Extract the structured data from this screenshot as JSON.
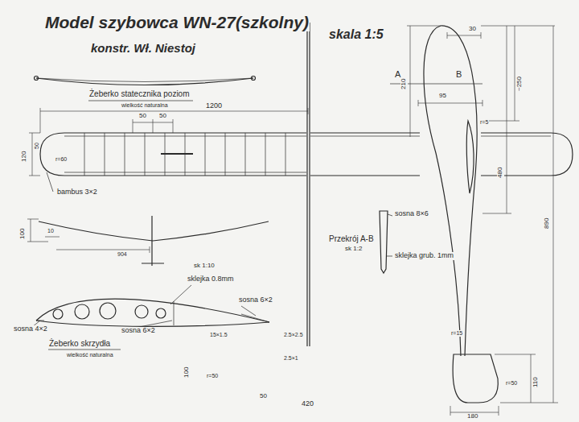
{
  "diagram": {
    "title": "Model szybowca WN-27(szkolny)",
    "labels": [
      "konstr. Wł. Niestoj",
      "skala 1:5",
      "Żeberko statecznika poziom",
      "wielkość naturalna",
      "1200",
      "50",
      "50",
      "120",
      "50",
      "r=60",
      "bambus 3×2",
      "100",
      "10",
      "904",
      "sk 1:10",
      "sklejka 0.8mm",
      "sosna 6×2",
      "sosna 4×2",
      "sosna 6×2",
      "Żeberko skrzydła",
      "wielkość naturalna",
      "A",
      "B",
      "30",
      "210",
      "95",
      "~250",
      "480",
      "r=5",
      "sosna 8×6",
      "Przekrój A-B",
      "sk 1:2",
      "sklejka grub. 1mm",
      "890",
      "15×1.5",
      "2.5×2.5",
      "100",
      "r=50",
      "2.5×1",
      "50",
      "420",
      "r=15",
      "110",
      "r=50",
      "180"
    ]
  }
}
